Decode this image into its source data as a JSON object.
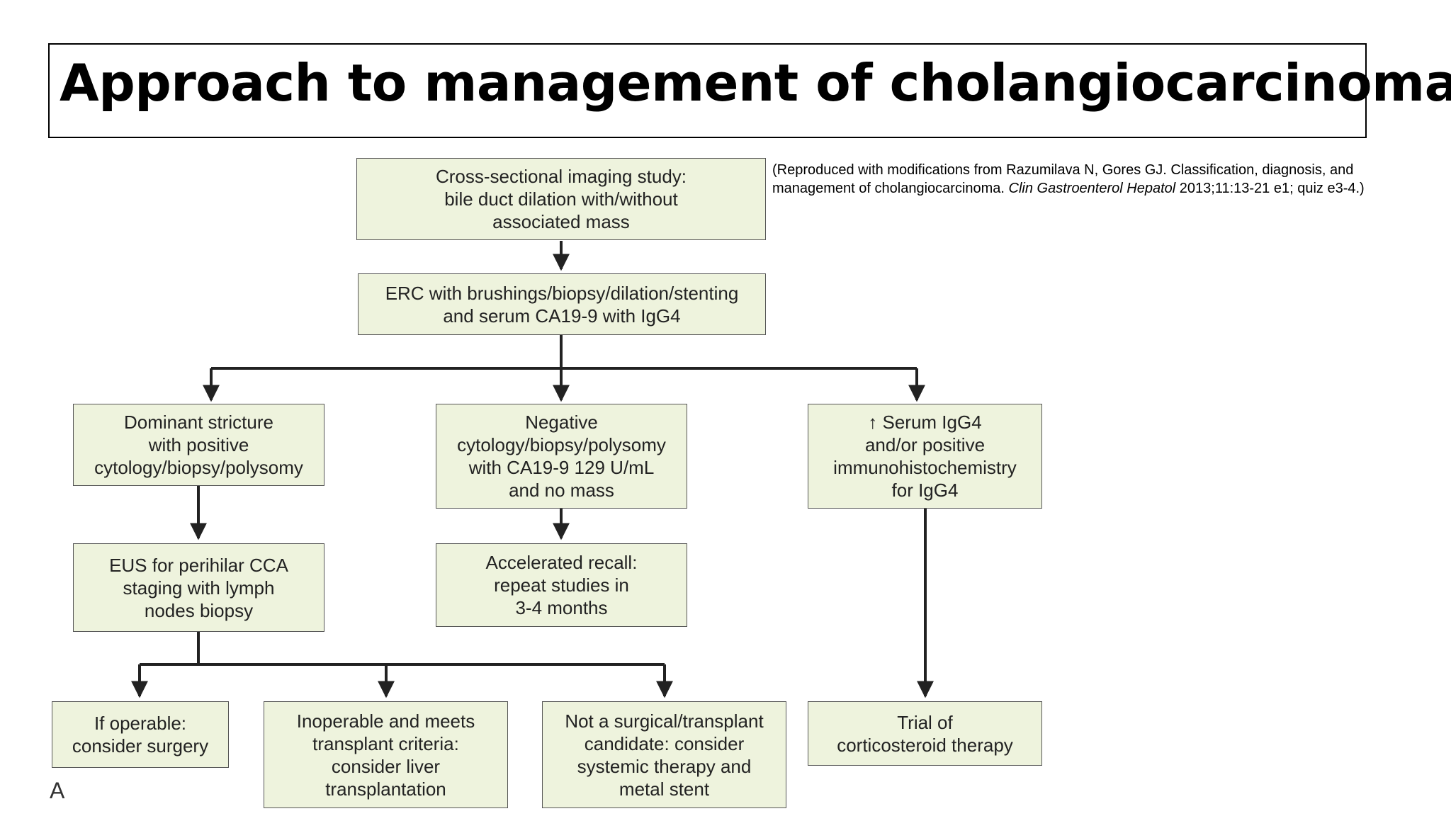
{
  "title": "Approach to management of cholangiocarcinoma",
  "citation": {
    "before": "(Reproduced with modifications from Razumilava N, Gores GJ. Classification, diagnosis, and management of cholangiocarcinoma. ",
    "journal": "Clin Gastroenterol Hepatol",
    "after": " 2013;11:13-21 e1; quiz e3-4.)"
  },
  "boxes": {
    "imaging": "Cross-sectional imaging study:\nbile duct dilation with/without\nassociated mass",
    "erc": "ERC with brushings/biopsy/dilation/stenting\nand serum CA19-9 with IgG4",
    "dominant": "Dominant stricture\nwith positive\ncytology/biopsy/polysomy",
    "negative": "Negative\ncytology/biopsy/polysomy\nwith CA19-9 129 U/mL\nand no mass",
    "igg4": "↑ Serum IgG4\nand/or positive\nimmunohistochemistry\nfor IgG4",
    "eus": "EUS for perihilar CCA\nstaging with lymph\nnodes biopsy",
    "recall": "Accelerated recall:\nrepeat studies in\n3-4 months",
    "operable": "If operable:\nconsider surgery",
    "transplant": "Inoperable and meets\ntransplant criteria:\nconsider liver\ntransplantation",
    "systemic": "Not a surgical/transplant\ncandidate: consider\nsystemic therapy and\nmetal stent",
    "steroid": "Trial of\ncorticosteroid therapy"
  },
  "panel_label": "A"
}
